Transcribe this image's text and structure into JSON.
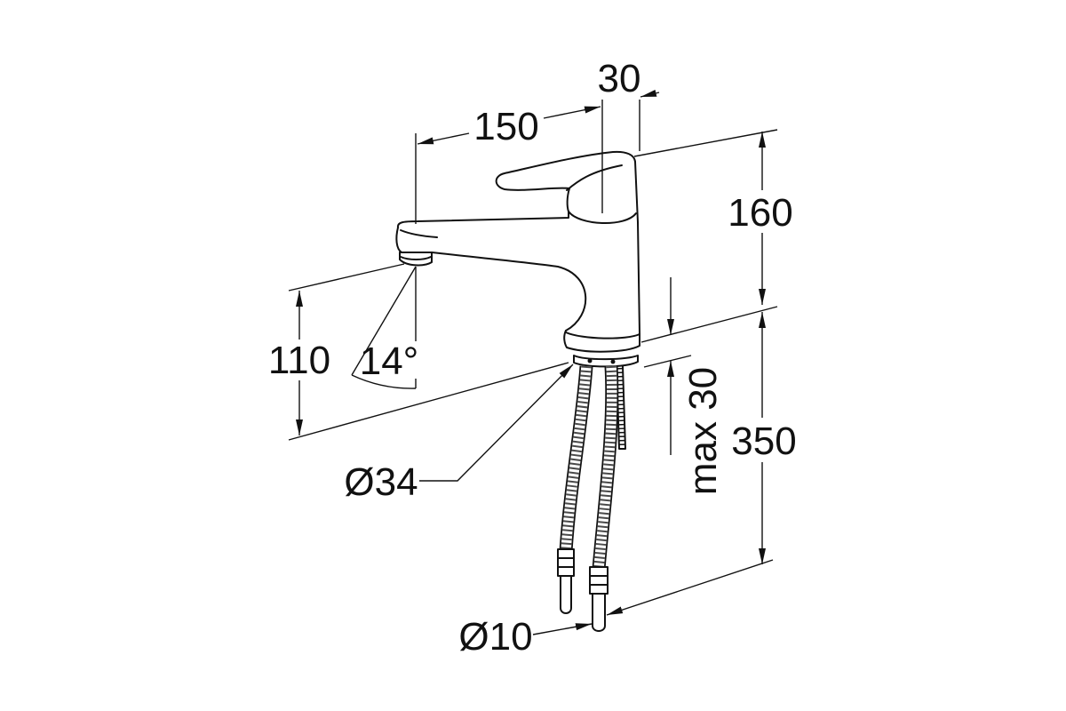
{
  "labels": {
    "dim_30": "30",
    "dim_150": "150",
    "dim_160": "160",
    "dim_110": "110",
    "angle_14": "14°",
    "dim_350": "350",
    "dim_max_30": "max 30",
    "dia_34": "Ø34",
    "dia_10": "Ø10"
  },
  "colors": {
    "line": "#111111",
    "background": "#ffffff"
  }
}
